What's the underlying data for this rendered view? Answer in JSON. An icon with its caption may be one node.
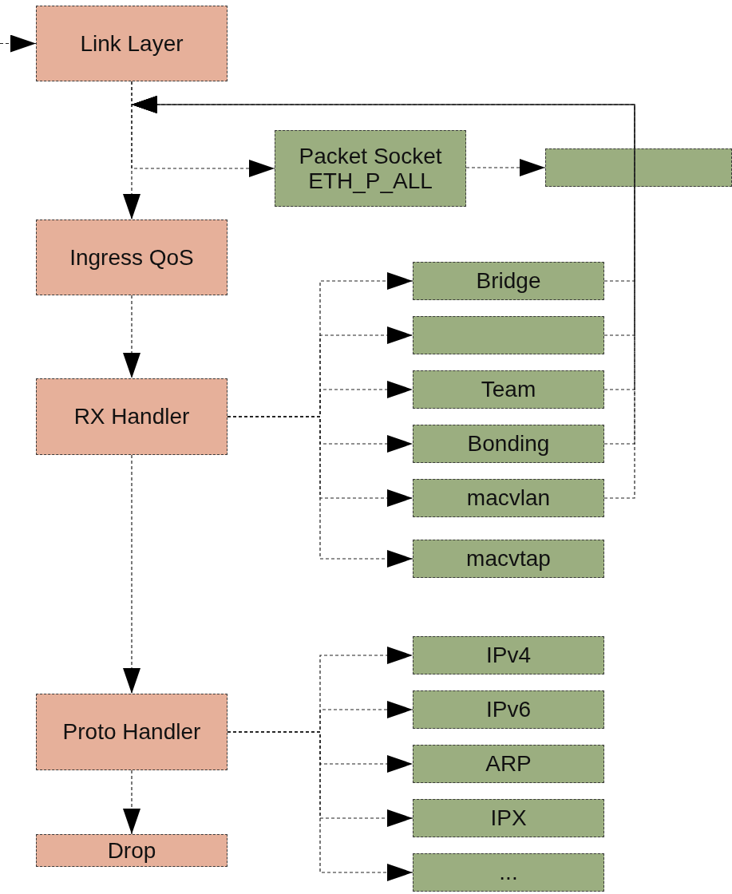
{
  "diagram": {
    "nodes": [
      {
        "text": [
          "Link Layer"
        ]
      },
      {
        "text": [
          "Packet Socket ETH_P_ALL"
        ]
      },
      {
        "text": [],
        "shape": "box"
      },
      {
        "text": [
          "Ingress QoS"
        ]
      },
      {
        "text": [
          "RX Handler"
        ]
      },
      {
        "text": [
          "Bridge"
        ]
      },
      {
        "text": [],
        "shape": "box"
      },
      {
        "text": [
          "Team"
        ]
      },
      {
        "text": [
          "Bonding"
        ]
      },
      {
        "text": [
          "macvlan"
        ]
      },
      {
        "text": [
          "macvtap"
        ]
      },
      {
        "text": [
          "Proto Handler"
        ]
      },
      {
        "text": [
          "Drop"
        ]
      },
      {
        "text": [
          "IPv4"
        ]
      },
      {
        "text": [
          "IPv6"
        ]
      },
      {
        "text": [
          "ARP"
        ]
      },
      {
        "text": [
          "IPX"
        ]
      },
      {
        "text": [
          "..."
        ]
      }
    ],
    "edges": [
      {
        "from": null,
        "to": 0,
        "arrow": "to"
      },
      {
        "from": 0,
        "to": 3,
        "arrow": "to"
      },
      {
        "from": 0,
        "to": 1,
        "arrow": "to"
      },
      {
        "from": 1,
        "to": 2,
        "arrow": "to"
      },
      {
        "from": 3,
        "to": 4,
        "arrow": "to"
      },
      {
        "from": 4,
        "to": 5,
        "arrow": "to"
      },
      {
        "from": 4,
        "to": 6,
        "arrow": "to"
      },
      {
        "from": 4,
        "to": 7,
        "arrow": "to"
      },
      {
        "from": 4,
        "to": 8,
        "arrow": "to"
      },
      {
        "from": 4,
        "to": 9,
        "arrow": "to"
      },
      {
        "from": 4,
        "to": 10,
        "arrow": "to"
      },
      {
        "from": 4,
        "to": 11,
        "arrow": "to"
      },
      {
        "from": 11,
        "to": 12,
        "arrow": "to"
      },
      {
        "from": 11,
        "to": 13,
        "arrow": "to"
      },
      {
        "from": 11,
        "to": 14,
        "arrow": "to"
      },
      {
        "from": 11,
        "to": 15,
        "arrow": "to"
      },
      {
        "from": 11,
        "to": 16,
        "arrow": "to"
      },
      {
        "from": 11,
        "to": 17,
        "arrow": "to"
      },
      {
        "from": 5,
        "to": null,
        "arrow": "to"
      },
      {
        "from": 6,
        "to": null,
        "arrow": "to"
      },
      {
        "from": 7,
        "to": null,
        "arrow": "to"
      },
      {
        "from": 8,
        "to": null,
        "arrow": "to"
      },
      {
        "from": 9,
        "to": null,
        "arrow": "to"
      }
    ]
  }
}
